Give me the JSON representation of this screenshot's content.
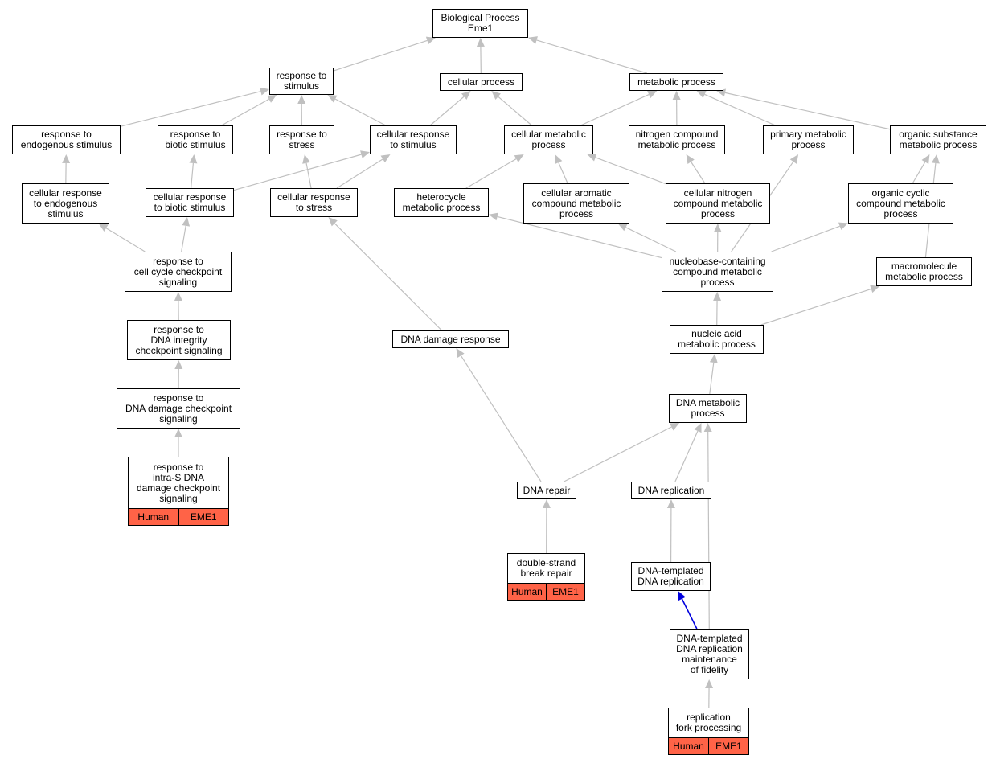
{
  "colors": {
    "edge": "#c0c0c0",
    "highlight_edge": "#0000dd",
    "tag_fill": "#ff6347"
  },
  "nodes": [
    {
      "id": "bp",
      "label": "Biological Process\nEme1"
    },
    {
      "id": "rs",
      "label": "response to\nstimulus"
    },
    {
      "id": "cp",
      "label": "cellular process"
    },
    {
      "id": "mp",
      "label": "metabolic process"
    },
    {
      "id": "res",
      "label": "response to\nendogenous stimulus"
    },
    {
      "id": "rbs",
      "label": "response to\nbiotic stimulus"
    },
    {
      "id": "rst",
      "label": "response to\nstress"
    },
    {
      "id": "crs",
      "label": "cellular response\nto stimulus"
    },
    {
      "id": "cmp",
      "label": "cellular metabolic\nprocess"
    },
    {
      "id": "ncmp",
      "label": "nitrogen compound\nmetabolic process"
    },
    {
      "id": "pmp",
      "label": "primary metabolic\nprocess"
    },
    {
      "id": "osmp",
      "label": "organic substance\nmetabolic process"
    },
    {
      "id": "cres",
      "label": "cellular response\nto endogenous\nstimulus"
    },
    {
      "id": "crbs",
      "label": "cellular response\nto biotic stimulus"
    },
    {
      "id": "crst",
      "label": "cellular response\nto stress"
    },
    {
      "id": "hmp",
      "label": "heterocycle\nmetabolic process"
    },
    {
      "id": "cacmp",
      "label": "cellular aromatic\ncompound metabolic\nprocess"
    },
    {
      "id": "cncmp",
      "label": "cellular nitrogen\ncompound metabolic\nprocess"
    },
    {
      "id": "occmp",
      "label": "organic cyclic\ncompound metabolic\nprocess"
    },
    {
      "id": "rccs",
      "label": "response to\ncell cycle checkpoint\nsignaling"
    },
    {
      "id": "nccmp",
      "label": "nucleobase-containing\ncompound metabolic\nprocess"
    },
    {
      "id": "macmp",
      "label": "macromolecule\nmetabolic process"
    },
    {
      "id": "rdics",
      "label": "response to\nDNA integrity\ncheckpoint signaling"
    },
    {
      "id": "ddr",
      "label": "DNA damage response"
    },
    {
      "id": "namp",
      "label": "nucleic acid\nmetabolic process"
    },
    {
      "id": "rddcs",
      "label": "response to\nDNA damage checkpoint\nsignaling"
    },
    {
      "id": "dmp",
      "label": "DNA metabolic\nprocess"
    },
    {
      "id": "risddcs",
      "label": "response to\nintra-S DNA\ndamage checkpoint\nsignaling",
      "tags": [
        "Human",
        "EME1"
      ]
    },
    {
      "id": "drp",
      "label": "DNA repair"
    },
    {
      "id": "drep",
      "label": "DNA replication"
    },
    {
      "id": "dsbr",
      "label": "double-strand\nbreak repair",
      "tags": [
        "Human",
        "EME1"
      ]
    },
    {
      "id": "dtdr",
      "label": "DNA-templated\nDNA replication"
    },
    {
      "id": "dtdrmf",
      "label": "DNA-templated\nDNA replication\nmaintenance\nof fidelity"
    },
    {
      "id": "rfp",
      "label": "replication\nfork processing",
      "tags": [
        "Human",
        "EME1"
      ]
    }
  ],
  "edges": [
    {
      "from": "rs",
      "to": "bp"
    },
    {
      "from": "cp",
      "to": "bp"
    },
    {
      "from": "mp",
      "to": "bp"
    },
    {
      "from": "res",
      "to": "rs"
    },
    {
      "from": "rbs",
      "to": "rs"
    },
    {
      "from": "rst",
      "to": "rs"
    },
    {
      "from": "crs",
      "to": "rs"
    },
    {
      "from": "crs",
      "to": "cp"
    },
    {
      "from": "cmp",
      "to": "cp"
    },
    {
      "from": "cmp",
      "to": "mp"
    },
    {
      "from": "ncmp",
      "to": "mp"
    },
    {
      "from": "pmp",
      "to": "mp"
    },
    {
      "from": "osmp",
      "to": "mp"
    },
    {
      "from": "cres",
      "to": "res"
    },
    {
      "from": "crbs",
      "to": "rbs"
    },
    {
      "from": "crbs",
      "to": "crs"
    },
    {
      "from": "crst",
      "to": "rst"
    },
    {
      "from": "crst",
      "to": "crs"
    },
    {
      "from": "hmp",
      "to": "cmp"
    },
    {
      "from": "cacmp",
      "to": "cmp"
    },
    {
      "from": "cncmp",
      "to": "cmp"
    },
    {
      "from": "cncmp",
      "to": "ncmp"
    },
    {
      "from": "occmp",
      "to": "osmp"
    },
    {
      "from": "macmp",
      "to": "osmp"
    },
    {
      "from": "rccs",
      "to": "cres"
    },
    {
      "from": "rccs",
      "to": "crbs"
    },
    {
      "from": "nccmp",
      "to": "hmp"
    },
    {
      "from": "nccmp",
      "to": "cacmp"
    },
    {
      "from": "nccmp",
      "to": "cncmp"
    },
    {
      "from": "nccmp",
      "to": "pmp"
    },
    {
      "from": "nccmp",
      "to": "occmp"
    },
    {
      "from": "rdics",
      "to": "rccs"
    },
    {
      "from": "ddr",
      "to": "crst"
    },
    {
      "from": "namp",
      "to": "nccmp"
    },
    {
      "from": "namp",
      "to": "macmp"
    },
    {
      "from": "rddcs",
      "to": "rdics"
    },
    {
      "from": "dmp",
      "to": "namp"
    },
    {
      "from": "risddcs",
      "to": "rddcs"
    },
    {
      "from": "drp",
      "to": "ddr"
    },
    {
      "from": "drp",
      "to": "dmp"
    },
    {
      "from": "drep",
      "to": "dmp"
    },
    {
      "from": "dsbr",
      "to": "drp"
    },
    {
      "from": "dtdr",
      "to": "drep"
    },
    {
      "from": "dtdrmf",
      "to": "dtdr",
      "highlight": true
    },
    {
      "from": "dtdrmf",
      "to": "dmp"
    },
    {
      "from": "rfp",
      "to": "dtdrmf"
    }
  ]
}
